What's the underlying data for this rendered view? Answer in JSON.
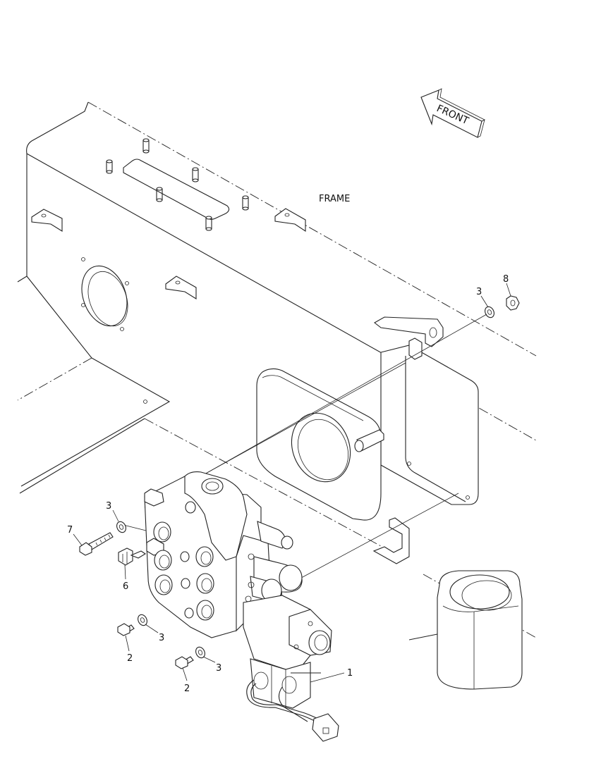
{
  "diagram": {
    "frame_label": "FRAME",
    "front_label": "FRONT",
    "callouts": [
      {
        "id": "callout-1",
        "number": "1"
      },
      {
        "id": "callout-2a",
        "number": "2"
      },
      {
        "id": "callout-2b",
        "number": "2"
      },
      {
        "id": "callout-3a",
        "number": "3"
      },
      {
        "id": "callout-3b",
        "number": "3"
      },
      {
        "id": "callout-3c",
        "number": "3"
      },
      {
        "id": "callout-3d",
        "number": "3"
      },
      {
        "id": "callout-6",
        "number": "6"
      },
      {
        "id": "callout-7",
        "number": "7"
      },
      {
        "id": "callout-8",
        "number": "8"
      }
    ]
  }
}
